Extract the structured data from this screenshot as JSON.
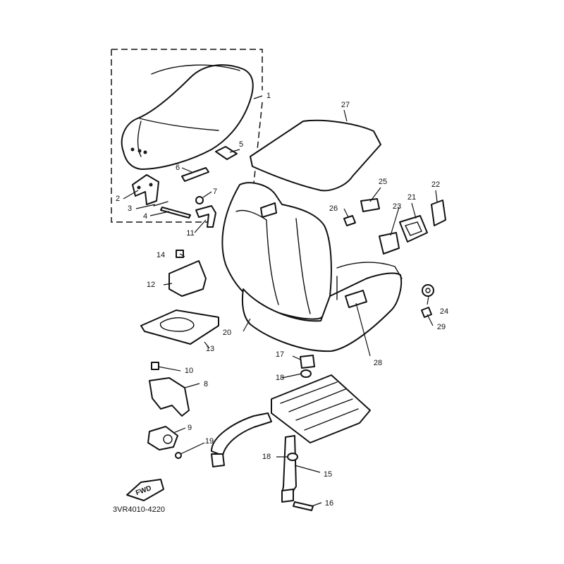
{
  "diagram": {
    "code": "3VR4010-4220",
    "fwd_label": "FWD",
    "callouts": [
      {
        "id": "1",
        "text": "1"
      },
      {
        "id": "2",
        "text": "2"
      },
      {
        "id": "3",
        "text": "3"
      },
      {
        "id": "4",
        "text": "4"
      },
      {
        "id": "5",
        "text": "5"
      },
      {
        "id": "6",
        "text": "6"
      },
      {
        "id": "7",
        "text": "7"
      },
      {
        "id": "8",
        "text": "8"
      },
      {
        "id": "9",
        "text": "9"
      },
      {
        "id": "10",
        "text": "10"
      },
      {
        "id": "11",
        "text": "11"
      },
      {
        "id": "12",
        "text": "12"
      },
      {
        "id": "13",
        "text": "13"
      },
      {
        "id": "14",
        "text": "14"
      },
      {
        "id": "15",
        "text": "15"
      },
      {
        "id": "16",
        "text": "16"
      },
      {
        "id": "17",
        "text": "17"
      },
      {
        "id": "18a",
        "text": "18"
      },
      {
        "id": "18b",
        "text": "18"
      },
      {
        "id": "19",
        "text": "19"
      },
      {
        "id": "20",
        "text": "20"
      },
      {
        "id": "21",
        "text": "21"
      },
      {
        "id": "22",
        "text": "22"
      },
      {
        "id": "23",
        "text": "23"
      },
      {
        "id": "24",
        "text": "24"
      },
      {
        "id": "25",
        "text": "25"
      },
      {
        "id": "26",
        "text": "26"
      },
      {
        "id": "27",
        "text": "27"
      },
      {
        "id": "28",
        "text": "28"
      },
      {
        "id": "29",
        "text": "29"
      }
    ]
  }
}
